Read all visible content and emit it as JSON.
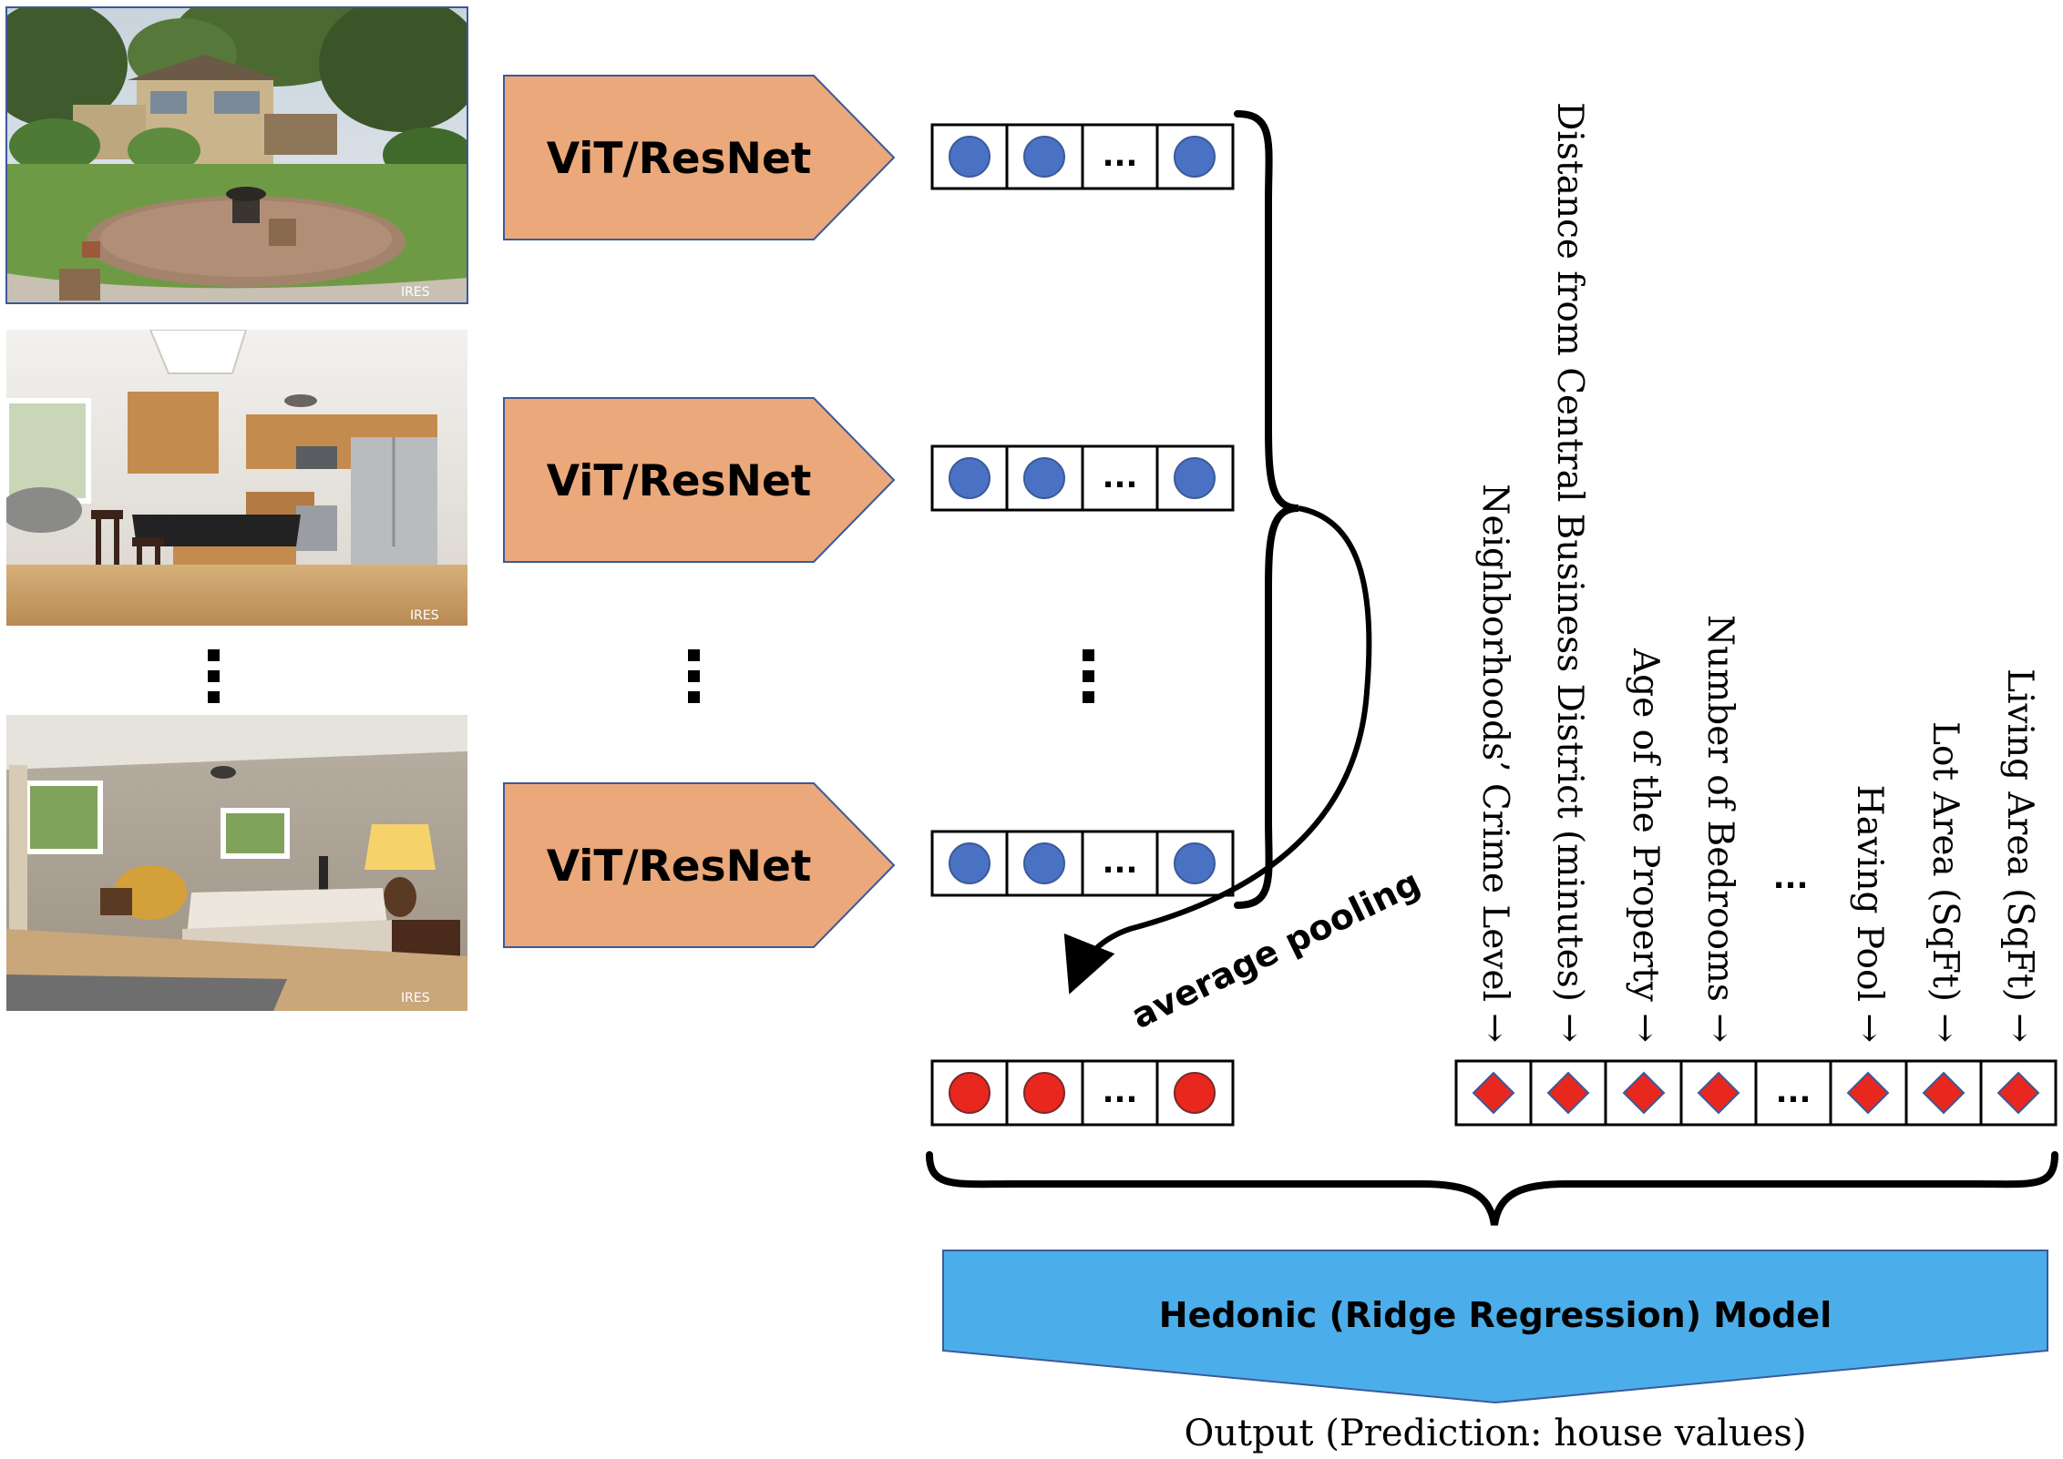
{
  "colors": {
    "encoder_fill": "#EBA87A",
    "encoder_stroke": "#3B5A99",
    "embedding_dot": "#4A72C4",
    "pooled_dot": "#E8271E",
    "feature_diamond": "#E8271E",
    "model_fill": "#4BAEEA",
    "model_stroke": "#3B5A99"
  },
  "photos": [
    {
      "icon": "house-backyard-photo-icon",
      "watermark": "IRES"
    },
    {
      "icon": "kitchen-photo-icon",
      "watermark": "IRES"
    },
    {
      "icon": "bedroom-photo-icon",
      "watermark": "IRES"
    }
  ],
  "encoders": [
    {
      "label": "ViT/ResNet"
    },
    {
      "label": "ViT/ResNet"
    },
    {
      "label": "ViT/ResNet"
    }
  ],
  "embedding_ellipsis": "...",
  "pooling_label": "average pooling",
  "pooled_ellipsis": "...",
  "features": [
    {
      "label": "Neighborhoods’ Crime Level →"
    },
    {
      "label": "Distance from Central Business District (minutes) →"
    },
    {
      "label": "Age of the Property →"
    },
    {
      "label": "Number of Bedrooms →"
    },
    {
      "label": "..."
    },
    {
      "label": "Having Pool →"
    },
    {
      "label": "Lot Area (SqFt) →"
    },
    {
      "label": "Living Area (SqFt) →"
    }
  ],
  "model": {
    "label": "Hedonic (Ridge Regression) Model"
  },
  "output": {
    "label": "Output (Prediction: house values)"
  }
}
